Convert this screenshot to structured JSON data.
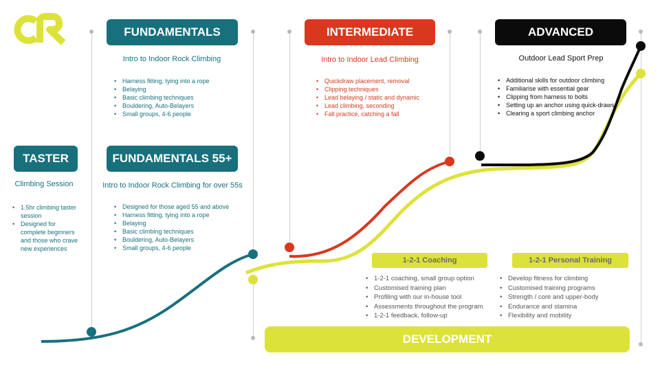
{
  "colors": {
    "teal": "#17707c",
    "red": "#d9381e",
    "black": "#0b0b0b",
    "yellow": "#dde23a",
    "grey_text": "#555555"
  },
  "logo": {
    "icon": "cr-logo-icon"
  },
  "taster": {
    "title": "TASTER",
    "subtitle": "Climbing Session",
    "bullets": [
      "1.5hr climbing taster session",
      "Designed for complete beginners and those who crave new experiences"
    ]
  },
  "fundamentals": {
    "title": "FUNDAMENTALS",
    "subtitle": "Intro to Indoor Rock Climbing",
    "bullets": [
      "Harness fitting, tying into a rope",
      "Belaying",
      "Basic climbing techniques",
      "Bouldering, Auto-Belayers",
      "Small groups, 4-6 people"
    ]
  },
  "fundamentals55": {
    "title": "FUNDAMENTALS 55+",
    "subtitle": "Intro to Indoor Rock Climbing for over 55s",
    "bullets": [
      "Designed for those aged 55 and above",
      "Harness fitting, tying into a rope",
      "Belaying",
      "Basic climbing techniques",
      "Bouldering, Auto-Belayers",
      "Small groups, 4-6 people"
    ]
  },
  "intermediate": {
    "title": "INTERMEDIATE",
    "subtitle": "Intro to Indoor Lead Climbing",
    "bullets": [
      "Quickdraw placement, removal",
      "Clipping techniques",
      "Lead belaying / static and dynamic",
      "Lead climbing, seconding",
      "Fall practice, catching a fall"
    ]
  },
  "advanced": {
    "title": "ADVANCED",
    "subtitle": "Outdoor Lead Sport Prep",
    "bullets": [
      "Additional skills for outdoor climbing",
      "Familiarise with essential gear",
      "Clipping from harness to bolts",
      "Setting up an anchor using quick-draws",
      "Clearing a sport climbing anchor"
    ]
  },
  "coaching": {
    "title": "1-2-1 Coaching",
    "bullets": [
      "1-2-1 coaching, small group option",
      "Customised training plan",
      "Profiling with our in-house tool",
      "Assessments throughout the program",
      "1-2-1 feedback, follow-up"
    ]
  },
  "personal_training": {
    "title": "1-2-1 Personal Training",
    "bullets": [
      "Develop fitness for climbing",
      "Customised training programs",
      "Strength / core and upper-body",
      "Endurance and stamina",
      "Flexibility and mobility"
    ]
  },
  "development": {
    "title": "DEVELOPMENT"
  }
}
